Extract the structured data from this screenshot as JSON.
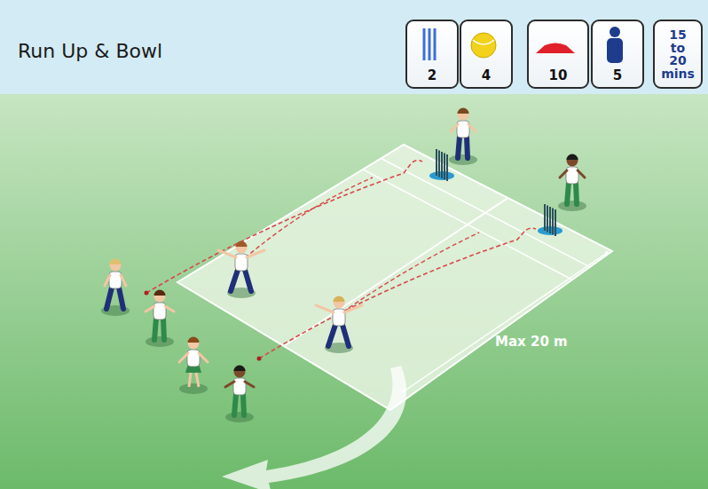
{
  "diagram": {
    "title": "Run Up & Bowl",
    "nodes": [
      {
        "text": [
          "2"
        ]
      },
      {
        "text": [
          "4"
        ]
      },
      {
        "text": [
          "10"
        ]
      },
      {
        "text": [
          "5"
        ]
      },
      {
        "text": [
          "15 to 20 mins"
        ]
      }
    ],
    "labels": [
      "Max 20 m"
    ]
  }
}
